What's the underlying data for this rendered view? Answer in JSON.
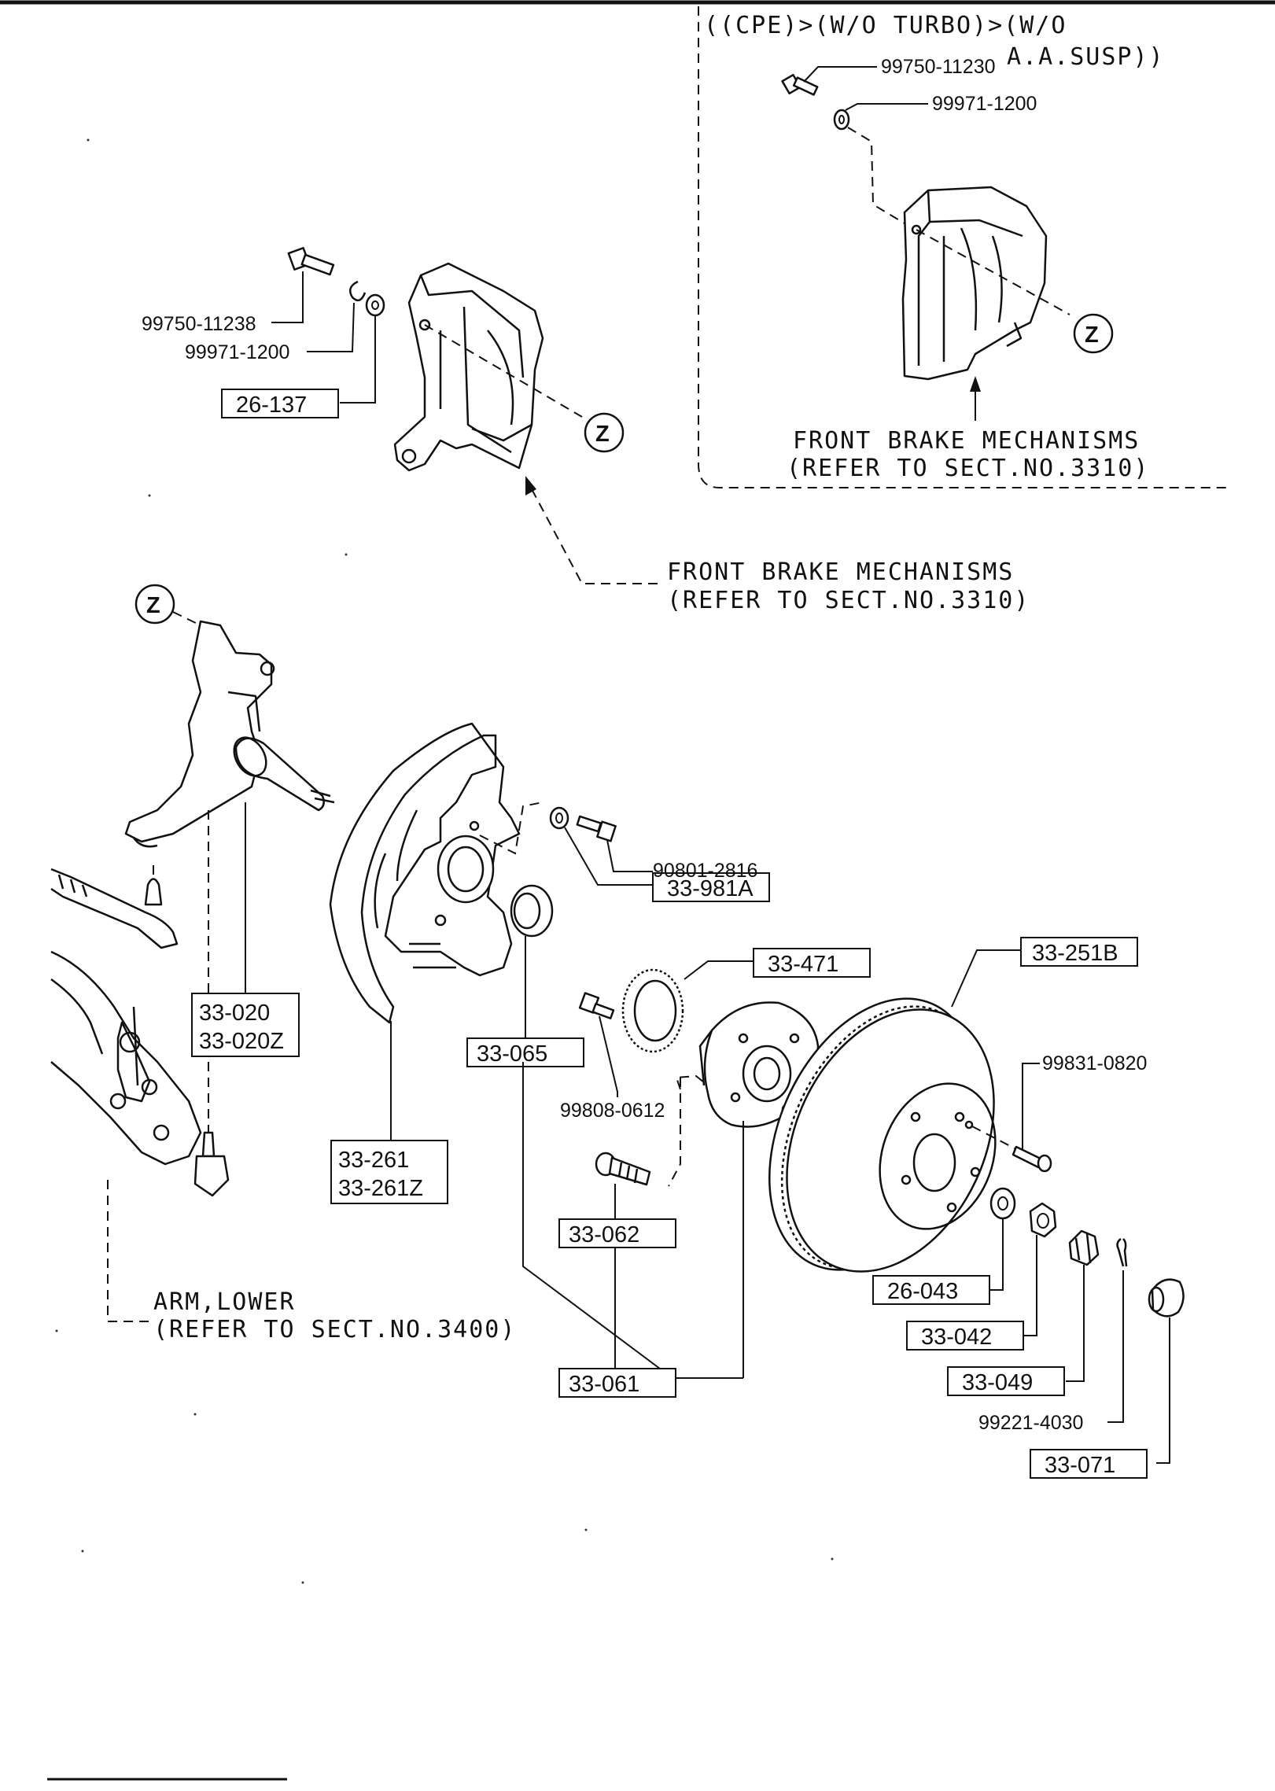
{
  "zmark": "Z",
  "inset": {
    "line1": "((CPE)>(W/O TURBO)>(W/O",
    "line2": "A.A.SUSP))",
    "bolt": "99750-11230",
    "washer": "99971-1200",
    "caption1": "FRONT BRAKE MECHANISMS",
    "caption2": "(REFER TO SECT.NO.3310)"
  },
  "caliper": {
    "bolt": "99750-11238",
    "washer": "99971-1200",
    "shim": "26-137",
    "caption1": "FRONT BRAKE MECHANISMS",
    "caption2": "(REFER TO SECT.NO.3310)"
  },
  "parts": {
    "bolt_90801": "90801-2816",
    "p33_981a": "33-981A",
    "p33_471": "33-471",
    "p33_251b": "33-251B",
    "p33_020": "33-020",
    "p33_020z": "33-020Z",
    "p33_065": "33-065",
    "p99808": "99808-0612",
    "p99831": "99831-0820",
    "p33_261": "33-261",
    "p33_261z": "33-261Z",
    "p33_062": "33-062",
    "p26_043": "26-043",
    "p33_042": "33-042",
    "p33_049": "33-049",
    "p99221": "99221-4030",
    "p33_071": "33-071",
    "p33_061": "33-061"
  },
  "arm": {
    "line1": "ARM,LOWER",
    "line2": "(REFER TO SECT.NO.3400)"
  }
}
